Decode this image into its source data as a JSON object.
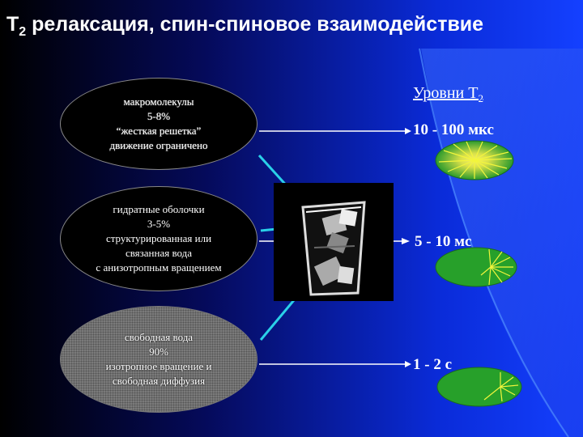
{
  "title": {
    "main": "T",
    "sub": "2",
    "rest": " релаксация, спин-спиновое взаимодействие"
  },
  "ovals": [
    {
      "lines": [
        "макромолекулы",
        "5-8%",
        "“жесткая решетка”",
        "движение ограничено"
      ]
    },
    {
      "lines": [
        "гидратные оболочки",
        "3-5%",
        "структурированная или",
        "связанная вода",
        "с анизотропным вращением"
      ]
    },
    {
      "lines": [
        "свободная вода",
        "90%",
        "изотропное вращение и",
        "свободная диффузия"
      ]
    }
  ],
  "levels": {
    "title_main": "Уровни Т",
    "title_sub": "2",
    "items": [
      "10 - 100 мкс",
      "5 - 10 мс",
      "1 - 2 с"
    ]
  },
  "colors": {
    "disk_green": "#27a02a",
    "disk_yellow": "#f2f53c",
    "arrow_cyan": "#2ad0e8"
  }
}
